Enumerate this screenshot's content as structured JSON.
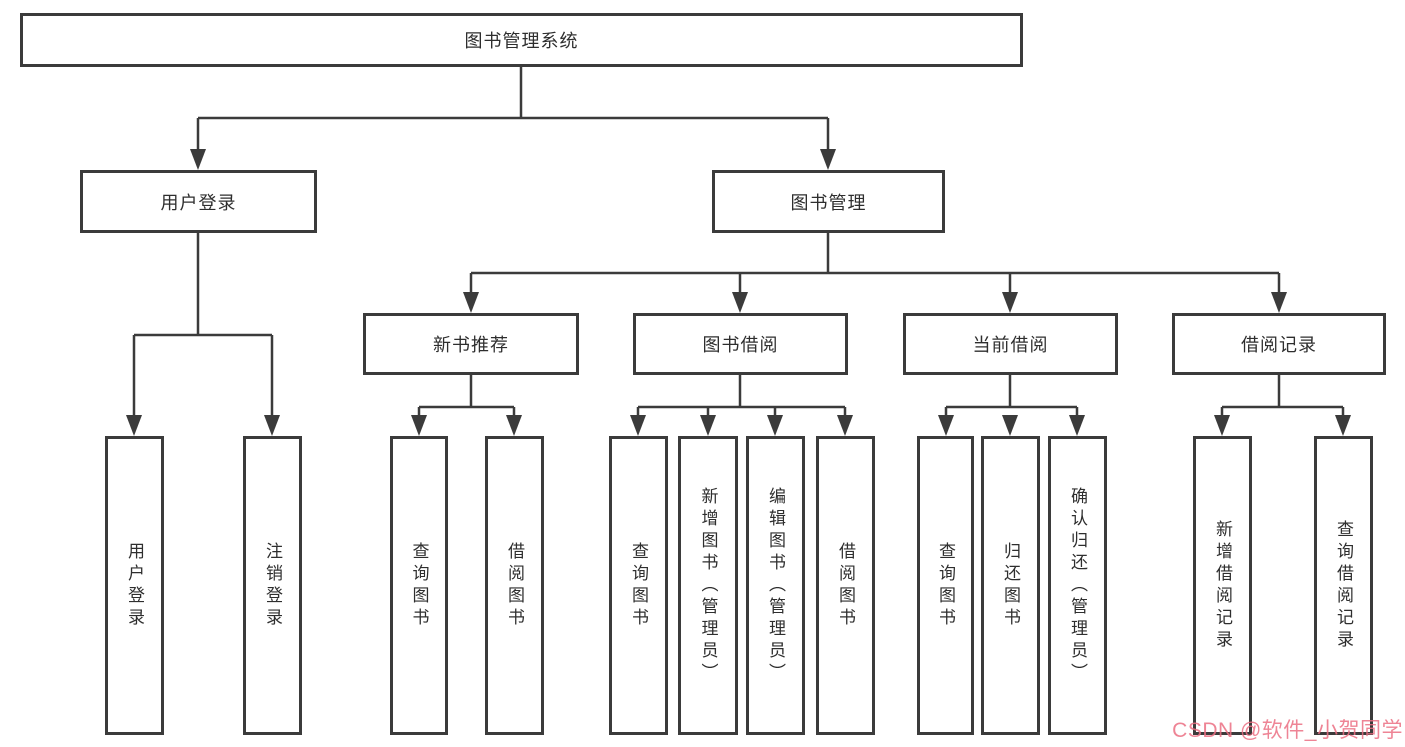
{
  "diagram": {
    "root": {
      "label": "图书管理系统"
    },
    "level2": [
      {
        "label": "用户登录"
      },
      {
        "label": "图书管理"
      }
    ],
    "level3": [
      {
        "label": "新书推荐"
      },
      {
        "label": "图书借阅"
      },
      {
        "label": "当前借阅"
      },
      {
        "label": "借阅记录"
      }
    ],
    "leaves": [
      {
        "label": "用户登录"
      },
      {
        "label": "注销登录"
      },
      {
        "label": "查询图书"
      },
      {
        "label": "借阅图书"
      },
      {
        "label": "查询图书"
      },
      {
        "label": "新增图书（管理员）"
      },
      {
        "label": "编辑图书（管理员）"
      },
      {
        "label": "借阅图书"
      },
      {
        "label": "查询图书"
      },
      {
        "label": "归还图书"
      },
      {
        "label": "确认归还（管理员）"
      },
      {
        "label": "新增借阅记录"
      },
      {
        "label": "查询借阅记录"
      }
    ]
  },
  "watermark": {
    "text": "CSDN @软件_小贺同学",
    "color": "#eb6e82"
  },
  "colors": {
    "line": "#3b3b3b",
    "box_border": "#3b3b3b",
    "box_fill": "#ffffff",
    "text": "#2e2e2e",
    "background": "#ffffff"
  }
}
